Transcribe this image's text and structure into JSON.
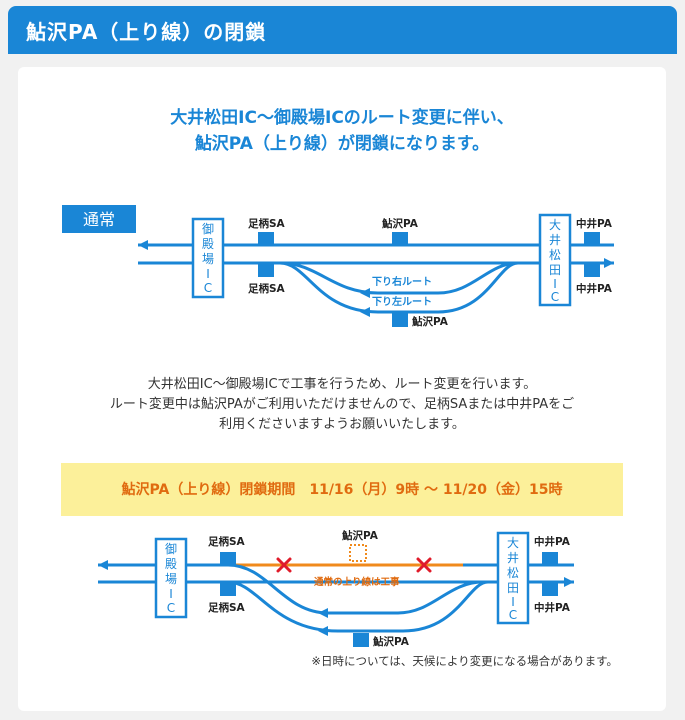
{
  "header": {
    "title": "鮎沢PA（上り線）の閉鎖"
  },
  "headline": {
    "line1": "大井松田IC〜御殿場ICのルート変更に伴い、",
    "line2": "鮎沢PA（上り線）が閉鎖になります。"
  },
  "diagram_normal": {
    "tag": "通常",
    "left_ic": [
      "御",
      "殿",
      "場",
      "I",
      "C"
    ],
    "right_ic": [
      "大",
      "井",
      "松",
      "田",
      "I",
      "C"
    ],
    "ashigara_top": "足柄SA",
    "ashigara_bottom": "足柄SA",
    "ayusawa_top": "鮎沢PA",
    "ayusawa_bottom": "鮎沢PA",
    "nakai_top": "中井PA",
    "nakai_bottom": "中井PA",
    "route_right": "下り右ルート",
    "route_left": "下り左ルート"
  },
  "description": {
    "line1": "大井松田IC〜御殿場ICで工事を行うため、ルート変更を行います。",
    "line2": "ルート変更中は鮎沢PAがご利用いただけませんので、足柄SAまたは中井PAをご",
    "line3": "利用くださいますようお願いいたします。"
  },
  "closure_banner": "鮎沢PA（上り線）閉鎖期間　11/16（月）9時 〜 11/20（金）15時",
  "diagram_closed": {
    "left_ic": [
      "御",
      "殿",
      "場",
      "I",
      "C"
    ],
    "right_ic": [
      "大",
      "井",
      "松",
      "田",
      "I",
      "C"
    ],
    "ashigara_top": "足柄SA",
    "ashigara_bottom": "足柄SA",
    "ayusawa_top": "鮎沢PA",
    "ayusawa_bottom": "鮎沢PA",
    "nakai_top": "中井PA",
    "nakai_bottom": "中井PA",
    "construction": "通常の上り線は工事"
  },
  "note": "※日時については、天候により変更になる場合があります。",
  "colors": {
    "blue": "#1a86d6",
    "orange": "#f08a1c",
    "red": "#e01b2a",
    "banner": "#fcf09a"
  }
}
